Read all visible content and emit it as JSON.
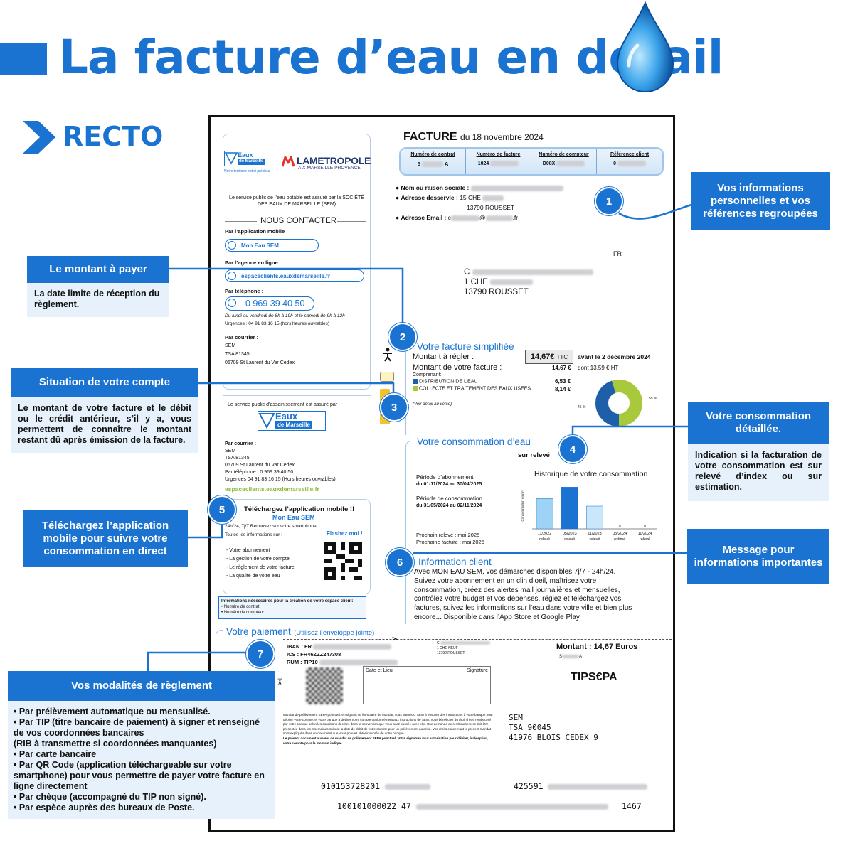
{
  "header": {
    "title": "La facture d’eau en détail",
    "side_label": "RECTO",
    "drop_icon": "water-drop-icon"
  },
  "colors": {
    "accent": "#1a73d1",
    "callout_bg": "#e6f1fb",
    "green": "#a8c93c",
    "navy": "#1f5ea8"
  },
  "callouts": {
    "infos": {
      "title": "Vos informations personnelles et vos références regroupées"
    },
    "montant": {
      "title": "Le montant à payer",
      "body": "La date limite de réception du règlement."
    },
    "situation": {
      "title": "Situation de votre compte",
      "body": "Le montant de votre facture et le débit ou le crédit antérieur, s’il y a, vous permettent de connaître le montant restant dû après émission de la facture."
    },
    "conso": {
      "title": "Votre consommation détaillée.",
      "body": "Indication si la facturation de votre consommation est sur relevé d’index ou sur estimation."
    },
    "app": {
      "title": "Téléchargez l’application mobile pour suivre votre consommation en direct"
    },
    "message": {
      "title": "Message pour informations importantes"
    },
    "reglement": {
      "title": "Vos modalités de règlement",
      "items": [
        "• Par prélèvement automatique ou mensualisé.",
        "• Par TIP (titre bancaire de paiement) à signer et renseigné de vos coordonnées bancaires",
        "(RIB à transmettre si coordonnées manquantes)",
        "• Par carte bancaire",
        "• Par QR Code (application téléchargeable sur votre smartphone) pour vous permettre de payer votre facture en ligne directement",
        "• Par chèque (accompagné du TIP non signé).",
        "• Par espèce auprès des bureaux de Poste."
      ]
    }
  },
  "badges": [
    "1",
    "2",
    "3",
    "4",
    "5",
    "6",
    "7"
  ],
  "doc": {
    "logo_eaux": "Eaux",
    "logo_eaux_sub": "de Marseille",
    "logo_eaux_tag": "Notre territoire est si précieux",
    "logo_metropole": "LAMETROPOLE",
    "logo_metropole_sub": "AIX-MARSEILLE-PROVENCE",
    "service_text": "Le service public de l’eau potable est assuré par la SOCIÉTÉ DES EAUX DE MARSEILLE (SEM)",
    "contact_title": "NOUS CONTACTER",
    "by_app": "Par l’application mobile :",
    "app_name": "Mon Eau SEM",
    "by_agency": "Par l’agence en ligne :",
    "agency_url": "espaceclients.eauxdemarseille.fr",
    "by_phone": "Par téléphone :",
    "phone": "0 969 39 40 50",
    "hours": "Du lundi au vendredi de 8h à 19h et le samedi de 9h à 12h",
    "urgences": "Urgences : 04 91 83 16 15 (hors heures ouvrables)",
    "by_mail": "Par courrier :",
    "mail_lines": [
      "SEM",
      "TSA 81345",
      "06709 St Laurent du Var Cedex"
    ],
    "assain_text": "Le service public d’assainissement est assuré par",
    "assain_mail_title": "Par courrier :",
    "assain_mail": [
      "SEM",
      "TSA 81345",
      "06709 St Laurent du Var Cedex"
    ],
    "assain_phone": "Par téléphone : 0 969 39 40 50",
    "assain_urg": "Urgences 04 91 83 16 15 (Hors heures ouvrables)",
    "assain_url": "espaceclients.eauxdemarseille.fr",
    "dl_title": "Téléchargez l’application mobile !!",
    "dl_app": "Mon Eau SEM",
    "dl_sub": "24h/24, 7j/7 Retrouvez sur votre smartphone",
    "dl_sub2": "Toutes les informations sur :",
    "flash": "Flashez moi !",
    "dl_items": [
      "- Votre abonnement",
      "- La gestion de votre compte",
      "- Le règlement de votre facture",
      "- La qualité de votre eau"
    ],
    "espace_title": "Informations nécessaires pour la création de votre espace client:",
    "espace_items": [
      "• Numéro de contrat",
      "• Numéro de compteur"
    ],
    "facture_word": "FACTURE",
    "facture_date": "du 18 novembre 2024",
    "ref_headers": [
      "Numéro de contrat",
      "Numéro de facture",
      "Numéro de compteur",
      "Référence client"
    ],
    "ref_values": [
      "5",
      "A",
      "1024",
      "D08X",
      "0"
    ],
    "nom_label": "Nom ou raison sociale :",
    "adresse_label": "Adresse desservie :",
    "adresse_val1": "15 CHE",
    "adresse_val2": "13790 ROUSSET",
    "email_label": "Adresse Email :",
    "email_val": "c",
    "email_at": "@",
    "email_end": ".fr",
    "country": "FR",
    "dest_lines": [
      "C",
      "1 CHE",
      "13790 ROUSSET"
    ],
    "simplifiee_title": "Votre facture simplifiée",
    "a_regler": "Montant à régler :",
    "a_regler_val": "14,67€",
    "ttc": "TTC",
    "avant": "avant le 2 décembre 2024",
    "montant_facture": "Montant de votre facture :",
    "montant_facture_val": "14,67 €",
    "dont_ht": "dont 13,59 € HT",
    "comprenant": "Comprenant:",
    "distribution": "DISTRIBUTION DE L’EAU",
    "distribution_val": "6,53 €",
    "collecte": "COLLECTE ET TRAITEMENT DES EAUX USEES",
    "collecte_val": "8,14 €",
    "verso": "(Voir détail au verso)",
    "donut_left": "45 %",
    "donut_right": "55 %",
    "conso_title": "Votre consommation d’eau",
    "sur_releve": "sur relevé",
    "historique": "Historique de votre consommation",
    "periode_abo": "Période d’abonnement",
    "periode_abo_val": "du 01/11/2024 au 30/04/2025",
    "periode_conso": "Période de consommation",
    "periode_conso_val": "du 31/05/2024 au 02/11/2024",
    "prochain_releve": "Prochain relevé : mai 2025",
    "prochaine_facture": "Prochaine facture : mai 2025",
    "axis_label": "Consommation en m³",
    "info_title": "Information client",
    "info_text": "Avec MON EAU SEM, vos démarches disponibles 7j/7 - 24h/24. Suivez votre abonnement en un clin d’oeil, maîtrisez votre consommation, créez des alertes mail journalières et mensuelles, contrôlez votre budget et vos dépenses, réglez et téléchargez vos factures, suivez les informations sur l’eau dans votre ville et bien plus encore... Disponible dans l’App Store et Google Play.",
    "paiement_title": "Votre paiement",
    "paiement_sub": "(Utilisez l’enveloppe jointe)",
    "iban": "IBAN : FR",
    "ics": "ICS : FR46ZZZ247308",
    "rum": "RUM : TIP10",
    "payer_l1": "C",
    "payer_l2": "1 CHE NEUF",
    "payer_l3": "13790 ROUSSET",
    "montant_tip": "Montant : 14,67 Euros",
    "tip_ref": "S",
    "tip_ref_end": "A",
    "date_lieu": "Date et Lieu",
    "signature": "Signature",
    "tipsepa": "TIPS€PA",
    "mandat": "Mandat de prélèvement SEPA ponctuel: en signant ce formulaire de mandat, vous autorisez SEM à envoyer des instructions à votre banque pour débiter votre compte, et votre banque à débiter votre compte conformément aux instructions de SEM. Vous bénéficiez du droit d’être remboursé par votre banque selon les conditions décrites dans la convention que vous avez passée avec elle. Une demande de remboursement doit être présentée dans les 8 semaines suivant la date de débit de votre compte pour un prélèvement autorisé. Vos droits concernant le présent mandat sont expliqués dans un document que vous pouvez obtenir auprès de votre banque.",
    "mandat_bold": "Le présent document a valeur de mandat de prélèvement SEPA ponctuel. Votre signature vaut autorisation pour débiter, à réception, votre compte pour le montant indiqué.",
    "sem_addr": [
      "SEM",
      "TSA 90045",
      "41976 BLOIS CEDEX 9"
    ],
    "code1": "010153728201",
    "code2": "425591",
    "code3": "100101000022 47",
    "code4": "1467"
  },
  "chart_data": {
    "type": "bar",
    "title": "Historique de votre consommation",
    "ylabel": "Consommation en m³",
    "categories": [
      "11/2022",
      "05/2023",
      "11/2023",
      "05/2024",
      "11/2024"
    ],
    "sublabels": [
      "relevé",
      "relevé",
      "relevé",
      "estimé",
      "relevé"
    ],
    "values": [
      8,
      11,
      6,
      0,
      0
    ],
    "colors": [
      "#9fd3f5",
      "#1a73d1",
      "#c9e6fa",
      "#c9e6fa",
      "#c9e6fa"
    ],
    "ylim": [
      0,
      12
    ],
    "grid": false
  },
  "donut_data": {
    "type": "pie",
    "values": [
      45,
      55
    ],
    "labels": [
      "DISTRIBUTION DE L’EAU",
      "COLLECTE ET TRAITEMENT DES EAUX USEES"
    ],
    "colors": [
      "#1f5ea8",
      "#a8c93c"
    ]
  }
}
